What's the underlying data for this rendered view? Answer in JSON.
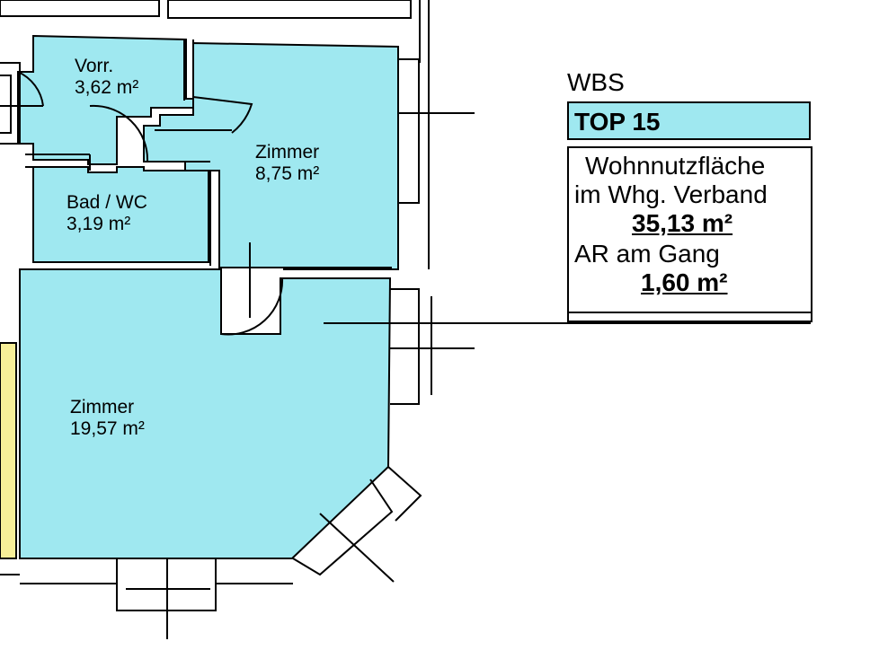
{
  "plan": {
    "rooms": [
      {
        "name": "Vorr.",
        "area": "3,62 m²"
      },
      {
        "name": "Bad / WC",
        "area": "3,19 m²"
      },
      {
        "name": "Zimmer",
        "area": "8,75 m²"
      },
      {
        "name": "Zimmer",
        "area": "19,57 m²"
      }
    ]
  },
  "legend": {
    "heading": "WBS",
    "unit_title": "TOP 15",
    "living_area_label_1": "Wohnnutzfläche",
    "living_area_label_2": "im Whg. Verband",
    "living_area_value": "35,13 m²",
    "storage_label": "AR am Gang",
    "storage_value": "1,60 m²"
  },
  "colors": {
    "room_fill": "#9fe8f0",
    "wall": "#000000",
    "neighbor_fill": "#f7ef98"
  }
}
